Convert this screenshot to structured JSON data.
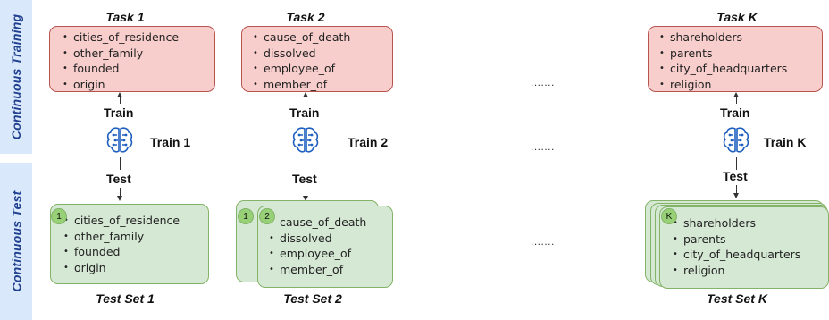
{
  "bands": {
    "training_label": "Continuous Training",
    "test_label": "Continuous Test"
  },
  "tasks": [
    {
      "title": "Task 1",
      "items": [
        "cities_of_residence",
        "other_family",
        "founded",
        "origin"
      ],
      "train_label": "Train",
      "model_label": "Train 1",
      "test_label": "Test",
      "test_items": [
        "cities_of_residence",
        "other_family",
        "founded",
        "origin"
      ],
      "badges": [
        "1"
      ],
      "test_set_label": "Test Set 1"
    },
    {
      "title": "Task 2",
      "items": [
        "cause_of_death",
        "dissolved",
        "employee_of",
        "member_of"
      ],
      "train_label": "Train",
      "model_label": "Train 2",
      "test_label": "Test",
      "test_items": [
        "cause_of_death",
        "dissolved",
        "employee_of",
        "member_of"
      ],
      "badges": [
        "1",
        "2"
      ],
      "test_set_label": "Test Set 2"
    },
    {
      "title": "Task K",
      "items": [
        "shareholders",
        "parents",
        "city_of_headquarters",
        "religion"
      ],
      "train_label": "Train",
      "model_label": "Train K",
      "test_label": "Test",
      "test_items": [
        "shareholders",
        "parents",
        "city_of_headquarters",
        "religion"
      ],
      "badges": [
        "K"
      ],
      "test_set_label": "Test Set K"
    }
  ],
  "ellipsis": ".......",
  "colors": {
    "task_fill": "#f8cecc",
    "test_fill": "#d5e8d4",
    "band_fill": "#dae8fc",
    "brain": "#1f5fbf"
  }
}
